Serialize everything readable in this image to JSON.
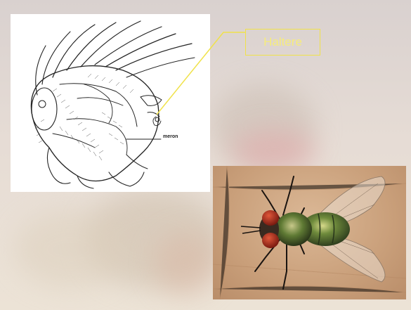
{
  "slide": {
    "callout_label": "Haltere",
    "diagram_label": "meron"
  },
  "colors": {
    "callout": "#f0e24a",
    "background": "#e3d9d1"
  },
  "images": {
    "left": "fly-thorax-illustration",
    "right": "green-blowfly-photo"
  }
}
